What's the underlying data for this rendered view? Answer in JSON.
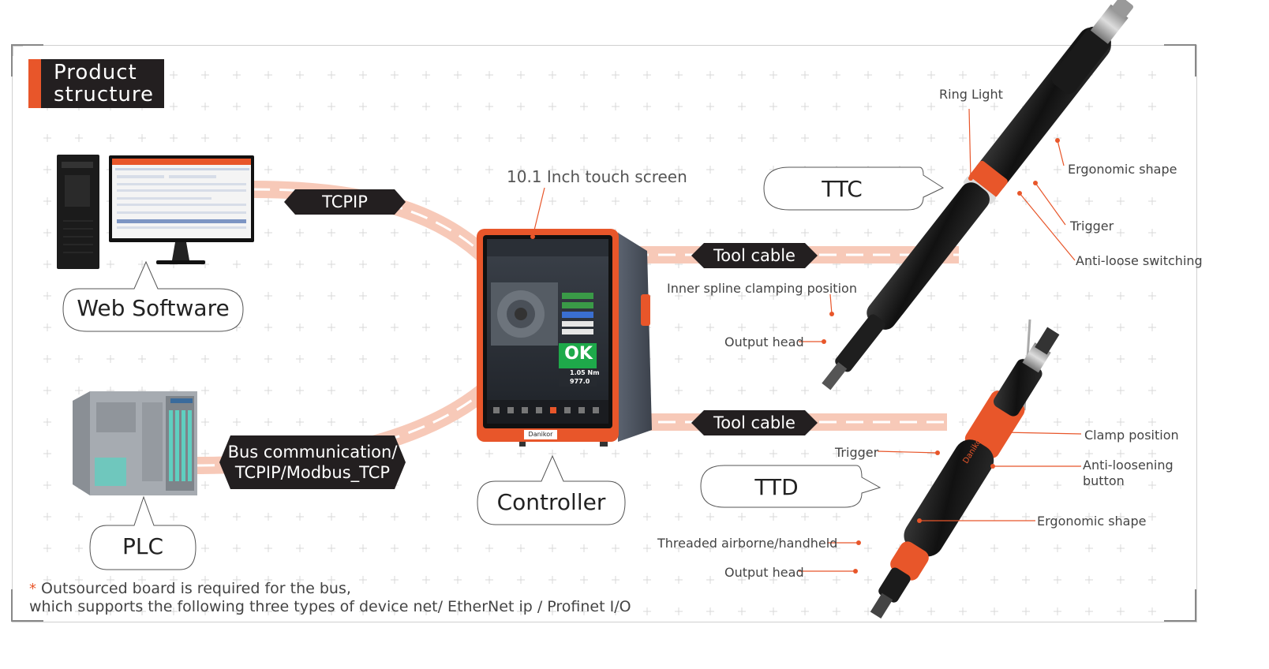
{
  "title": {
    "line1": "Product",
    "line2": "structure"
  },
  "nodes": {
    "web_software": "Web Software",
    "plc": "PLC",
    "controller": "Controller",
    "ttc": "TTC",
    "ttd": "TTD"
  },
  "connections": {
    "tcpip": "TCPIP",
    "bus_line1": "Bus communication/",
    "bus_line2": "TCPIP/Modbus_TCP",
    "tool_cable_top": "Tool cable",
    "tool_cable_bottom": "Tool cable"
  },
  "controller_screen": {
    "callout": "10.1 Inch touch screen",
    "status": "OK",
    "torque": "1.05",
    "torque_unit": "Nm",
    "angle": "977.0",
    "brand": "Danikor"
  },
  "ttc_callouts": {
    "ring_light": "Ring Light",
    "ergonomic_shape": "Ergonomic shape",
    "trigger": "Trigger",
    "anti_loose_switching": "Anti-loose switching",
    "inner_spline": "Inner spline clamping position",
    "output_head": "Output head"
  },
  "ttd_callouts": {
    "clamp_position": "Clamp position",
    "trigger": "Trigger",
    "anti_loosening_line1": "Anti-loosening",
    "anti_loosening_line2": "button",
    "ergonomic_shape": "Ergonomic shape",
    "threaded": "Threaded airborne/handheld",
    "output_head": "Output head",
    "brand": "Danikor"
  },
  "footnote": {
    "star": "*",
    "line1": " Outsourced board is required for the bus,",
    "line2": "which supports the following three types of device net/ EtherNet ip / Profinet I/O"
  },
  "colors": {
    "accent": "#e8562a",
    "dark": "#231f20",
    "cable": "#f7c6b4",
    "grid": "#d4d4d4"
  }
}
